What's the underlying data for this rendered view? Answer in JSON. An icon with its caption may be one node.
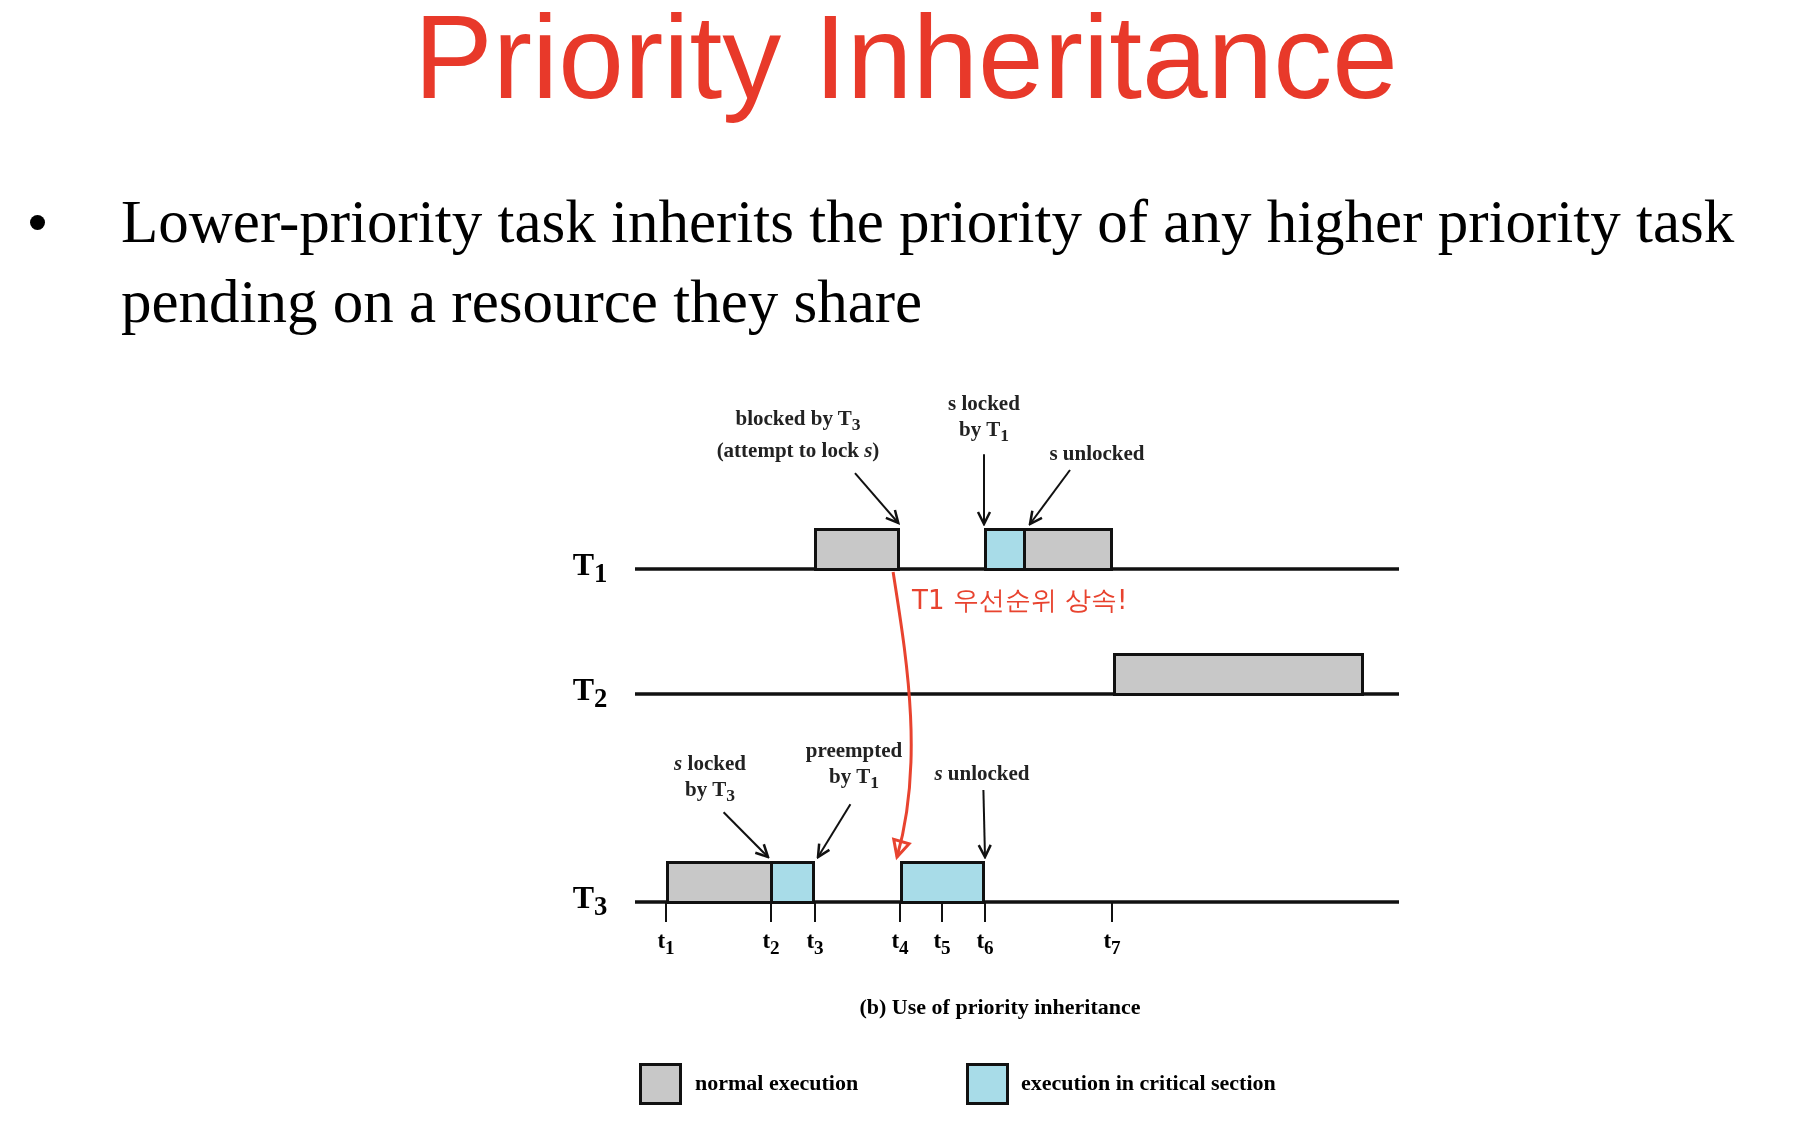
{
  "diagram": {
    "title": "Priority Inheritance",
    "caption": "(b) Use of priority inheritance",
    "nodes": [
      {
        "text": [
          "blocked by T$_{3}$ (attempt to lock *s*)"
        ]
      },
      {
        "text": [
          "s locked by T$_{1}$"
        ]
      },
      {
        "text": [
          "s unlocked"
        ]
      },
      {
        "text": [
          "*s* locked by T$_{3}$"
        ]
      },
      {
        "text": [
          "preempted by T$_{1}$"
        ]
      },
      {
        "text": [
          "*s* unlocked"
        ]
      },
      {
        "text": [],
        "shape": "box"
      },
      {
        "text": [],
        "shape": "box"
      },
      {
        "text": [],
        "shape": "box"
      },
      {
        "text": [],
        "shape": "box"
      },
      {
        "text": [],
        "shape": "box"
      },
      {
        "text": [],
        "shape": "box"
      },
      {
        "text": [],
        "shape": "box"
      }
    ],
    "edges": [
      {
        "from": 0,
        "to": 6,
        "arrow": "to"
      },
      {
        "from": 1,
        "to": 7,
        "arrow": "to"
      },
      {
        "from": 2,
        "to": 8,
        "arrow": "to"
      },
      {
        "from": 3,
        "to": 11,
        "arrow": "to"
      },
      {
        "from": 4,
        "to": 11,
        "arrow": "to"
      },
      {
        "from": 5,
        "to": 12,
        "arrow": "to"
      },
      {
        "from": 6,
        "to": 12,
        "arrow": "to",
        "label": "T1 우선순위 상속!",
        "color": "#e8432f"
      }
    ],
    "labels": [
      "Lower-priority task inherits the priority of any higher priority task pending on a resource they share",
      "T$_{1}$",
      "T$_{2}$",
      "T$_{3}$",
      "t$_{1}$",
      "t$_{2}$",
      "t$_{3}$",
      "t$_{4}$",
      "t$_{5}$",
      "t$_{6}$",
      "t$_{7}$"
    ],
    "legend": [
      {
        "text": "normal execution",
        "color": "#c8c8c8"
      },
      {
        "text": "execution in critical section",
        "color": "#a8dce8"
      }
    ]
  }
}
